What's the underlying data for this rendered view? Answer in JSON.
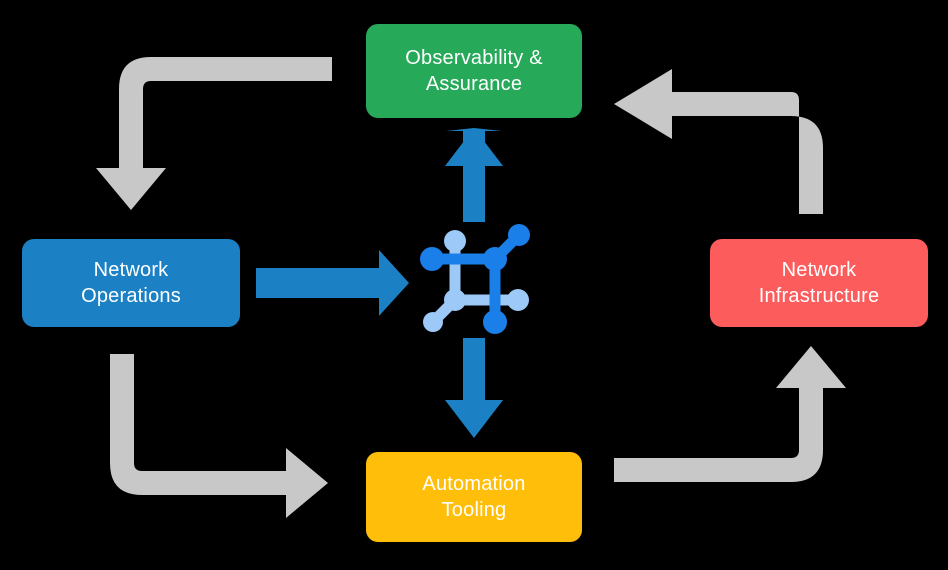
{
  "diagram": {
    "title_present": false,
    "background_color": "#000000",
    "center_icon": {
      "name": "network-topology-icon",
      "dark_node_color": "#1A7FE8",
      "light_node_color": "#9CC9F7"
    },
    "nodes": [
      {
        "id": "observability",
        "label": "Observability &\nAssurance",
        "line1": "Observability &",
        "line2": "Assurance",
        "color": "#27A95A",
        "position": "top"
      },
      {
        "id": "network-operations",
        "label": "Network\nOperations",
        "line1": "Network",
        "line2": "Operations",
        "color": "#1B81C4",
        "position": "left"
      },
      {
        "id": "network-infrastructure",
        "label": "Network\nInfrastructure",
        "line1": "Network",
        "line2": "Infrastructure",
        "color": "#FC5C5C",
        "position": "right"
      },
      {
        "id": "automation-tooling",
        "label": "Automation\nTooling",
        "line1": "Automation",
        "line2": "Tooling",
        "color": "#FFBE09",
        "position": "bottom"
      }
    ],
    "connectors": {
      "accent_color": "#1B81C4",
      "flow_color": "#C8C8C8",
      "center_arrows": [
        {
          "id": "ops-to-center",
          "from": "network-operations",
          "to": "center",
          "direction": "right",
          "color": "#1B81C4"
        },
        {
          "id": "center-to-observability",
          "from": "center",
          "to": "observability",
          "direction": "up",
          "color": "#1B81C4"
        },
        {
          "id": "center-to-automation",
          "from": "center",
          "to": "automation-tooling",
          "direction": "down",
          "color": "#1B81C4"
        }
      ],
      "cycle_arrows": [
        {
          "id": "observability-to-operations",
          "from": "observability",
          "to": "network-operations",
          "corner": "top-left",
          "color": "#C8C8C8"
        },
        {
          "id": "operations-to-automation",
          "from": "network-operations",
          "to": "automation-tooling",
          "corner": "bottom-left",
          "color": "#C8C8C8"
        },
        {
          "id": "automation-to-infrastructure",
          "from": "automation-tooling",
          "to": "network-infrastructure",
          "corner": "bottom-right",
          "color": "#C8C8C8"
        },
        {
          "id": "infrastructure-to-observability",
          "from": "network-infrastructure",
          "to": "observability",
          "corner": "top-right",
          "color": "#C8C8C8"
        }
      ]
    }
  }
}
